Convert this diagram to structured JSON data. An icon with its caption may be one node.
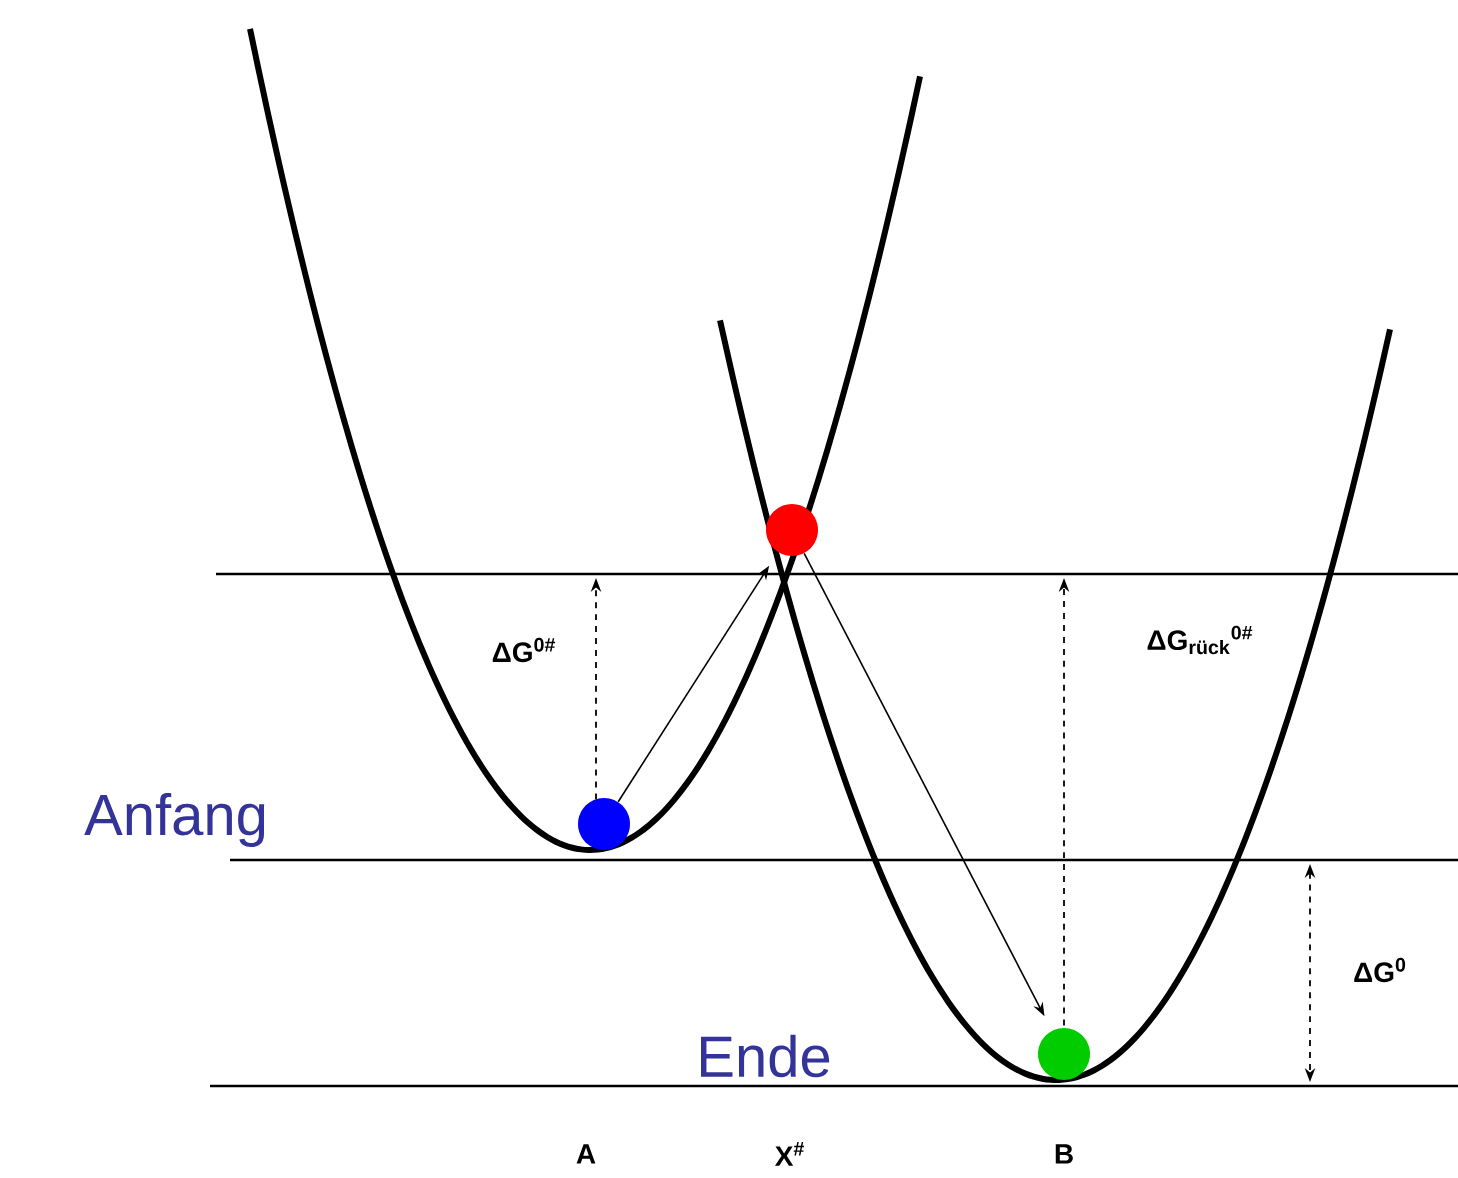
{
  "diagram": {
    "nodes": [
      {
        "text": [],
        "shape": "circle"
      },
      {
        "text": [],
        "shape": "circle"
      },
      {
        "text": [],
        "shape": "circle"
      }
    ],
    "edges": [
      {
        "from": 0,
        "to": 1,
        "arrow": "to"
      },
      {
        "from": 1,
        "to": 2,
        "arrow": "to"
      }
    ],
    "labels": [
      "ΔG$^{0#}$",
      "ΔG$_{rück}$$^{0#}$",
      "Anfang",
      "ΔG$^{0}$",
      "Ende",
      "A",
      "X$^{#}$",
      "B"
    ]
  }
}
